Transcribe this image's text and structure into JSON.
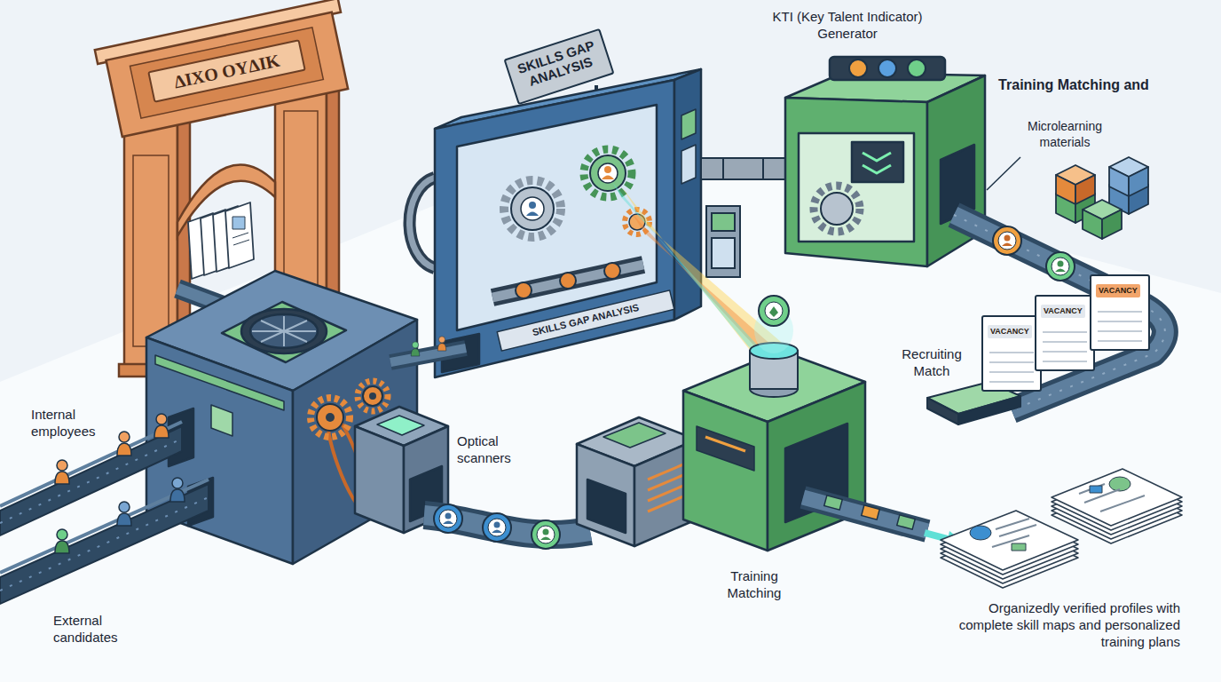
{
  "diagram": {
    "nodes": [
      {
        "text": [
          "ΔIXO OYΔIK"
        ]
      },
      {
        "text": [
          "SKILLS GAP ANALYSIS"
        ]
      },
      {
        "text": [
          "VACANCY"
        ]
      },
      {
        "text": [
          "VACANCY"
        ]
      },
      {
        "text": [
          "VACANCY"
        ]
      }
    ],
    "labels": [
      "KTI (Key Talent Indicator) Generator",
      "Training Matching and",
      "Microlearning materials",
      "Recruiting Match",
      "SKILLS GAP ANALYSIS",
      "Internal employees",
      "Optical scanners",
      "External candidates",
      "Training Matching",
      "Organizedly verified profiles with complete skill maps and personalized training plans"
    ]
  }
}
